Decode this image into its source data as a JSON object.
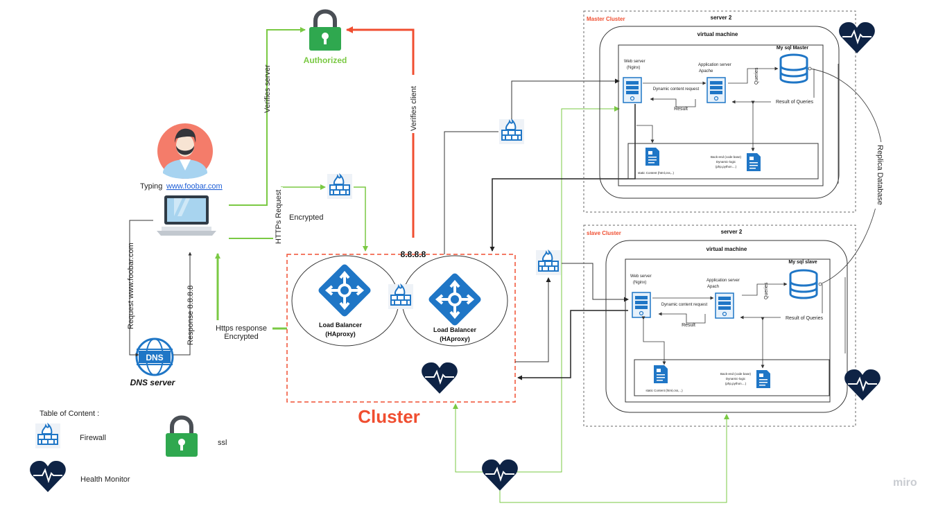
{
  "user": {
    "typing_prefix": "Typing ",
    "typing_url": "www.foobar.com"
  },
  "security": {
    "authorized": "Authorized",
    "verifies_server": "Verifies server",
    "verifies_client": "Verifies client"
  },
  "requests": {
    "https_request": "HTTPs Request",
    "encrypted": "Encrypted",
    "https_response": "Https response",
    "response_encrypted": "Encrypted",
    "dns_request": "Request www.foobar.com",
    "dns_response": "Response 8.8.8.8"
  },
  "dns": {
    "icon_text": "DNS",
    "label": "DNS server"
  },
  "cluster": {
    "ip": "8.8.8.8",
    "title": "Cluster",
    "lb1_name": "Load Balancer",
    "lb1_sub": "(HAproxy)",
    "lb2_name": "Load Balancer",
    "lb2_sub": "(HAproxy)"
  },
  "master": {
    "cluster_label": "Master Cluster",
    "server_label": "server 2",
    "vm_label": "virtual  machine",
    "db_label": "My sql Master",
    "web_server": "Web server",
    "web_server_sub": "(Nginx)",
    "app_server": "Application server",
    "app_server_sub": "Apache",
    "dynamic_request": "Dynamic content request",
    "result": "Result",
    "queries": "Queries",
    "result_queries": "Result of Queries",
    "backend_1": "Back-end (code base)",
    "backend_2": "Dynamic-logic",
    "backend_3": "(php,python....)",
    "static_content": "static Content (html,css,..)"
  },
  "slave": {
    "cluster_label": "slave Cluster",
    "server_label": "server 2",
    "vm_label": "virtual  machine",
    "db_label": "My sql slave",
    "web_server": "Web server",
    "web_server_sub": "(Nginx)",
    "app_server": "Application server",
    "app_server_sub": "Apach",
    "dynamic_request": "Dynamic content request",
    "result": "Result",
    "queries": "Queries",
    "result_queries": "Result of Queries",
    "backend_1": "Back-end (code base)",
    "backend_2": "Dynamic-logic",
    "backend_3": "(php,python....)",
    "static_content": "static Content (html,css,...)"
  },
  "replica": "Replica Database",
  "legend": {
    "title": "Table of Content :",
    "firewall": "Firewall",
    "ssl": "ssl",
    "health": "Health Monitor"
  },
  "watermark": "miro",
  "colors": {
    "green": "#7ac943",
    "red": "#f04e30",
    "blue": "#1f76c6",
    "navy": "#0e2345",
    "lock_green": "#2fa84f"
  },
  "icons": [
    "lock-icon",
    "firewall-icon",
    "health-monitor-icon",
    "load-balancer-icon",
    "server-icon",
    "database-icon",
    "document-icon",
    "laptop-icon",
    "dns-globe-icon",
    "user-avatar-icon"
  ]
}
